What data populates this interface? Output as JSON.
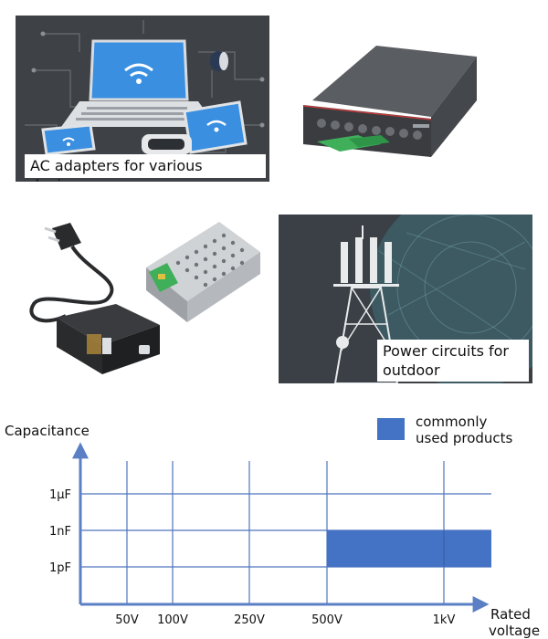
{
  "captions": {
    "ac_adapters": "AC adapters for various devices",
    "outdoor_line1": "Power circuits for",
    "outdoor_line2": "outdoor equipment"
  },
  "colors": {
    "bar": "#4472C4",
    "axis": "#5B7FC4",
    "grid": "#4F74BE",
    "panel_dark": "#3E4145",
    "tower_bg": "#3A4045"
  },
  "icons": {
    "laptop": "laptop-wifi-icon",
    "phone": "phone-wifi-icon",
    "tablet": "tablet-wifi-icon",
    "vr": "vr-headset-icon",
    "speaker": "smart-speaker-icon",
    "rack": "rack-power-supply-icon",
    "adapter": "ac-adapter-icon",
    "psu": "enclosed-power-supply-icon",
    "tower": "cell-tower-icon"
  },
  "chart_data": {
    "type": "bar",
    "y_axis_label": "Capacitance",
    "x_axis_label_line1": "Rated",
    "x_axis_label_line2": "voltage",
    "x_ticks": [
      "50V",
      "100V",
      "250V",
      "500V",
      "1kV"
    ],
    "y_ticks": [
      "1pF",
      "1nF",
      "1μF"
    ],
    "legend": "commonly used products",
    "legend_line1": "commonly",
    "legend_line2": "used products",
    "grid": true,
    "ranges": [
      {
        "x_from": "500V",
        "x_to": "beyond 1kV",
        "y_from": "1pF",
        "y_to": "1nF"
      }
    ]
  }
}
